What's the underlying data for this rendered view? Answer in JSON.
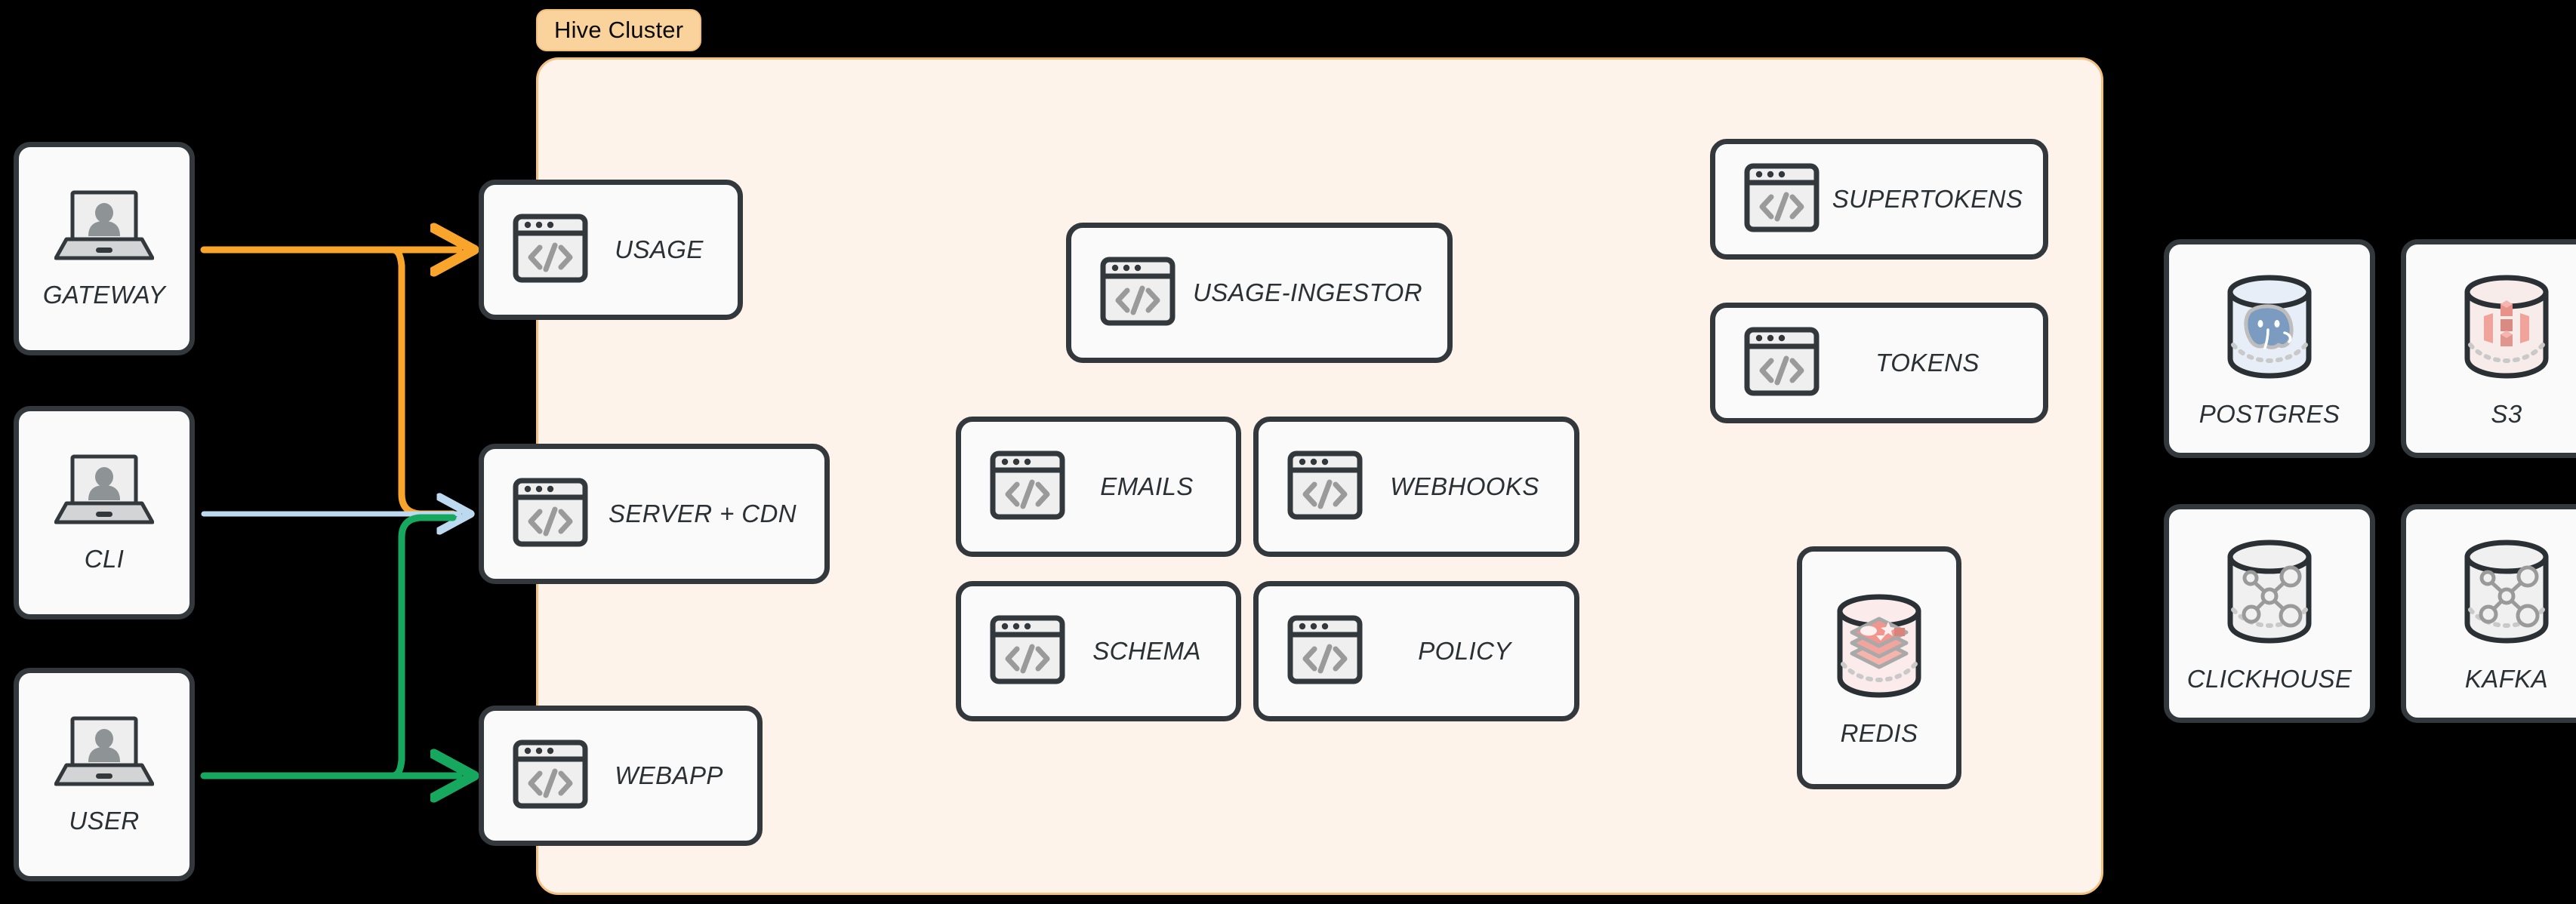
{
  "cluster": {
    "badge_label": "Hive Cluster",
    "background_color": "#fdf3ea",
    "border_color": "#f5c183",
    "badge_color": "#fad39c"
  },
  "canvas": {
    "background_color": "#000000"
  },
  "clients": [
    {
      "label": "GATEWAY",
      "icon": "laptop-user-icon"
    },
    {
      "label": "CLI",
      "icon": "laptop-user-icon"
    },
    {
      "label": "USER",
      "icon": "laptop-user-icon"
    }
  ],
  "edge_services": [
    {
      "label": "USAGE",
      "icon": "code-window-icon"
    },
    {
      "label": "SERVER + CDN",
      "icon": "code-window-icon"
    },
    {
      "label": "WEBAPP",
      "icon": "code-window-icon"
    }
  ],
  "core_services": [
    {
      "label": "USAGE-INGESTOR",
      "icon": "code-window-icon"
    },
    {
      "label": "EMAILS",
      "icon": "code-window-icon"
    },
    {
      "label": "WEBHOOKS",
      "icon": "code-window-icon"
    },
    {
      "label": "SCHEMA",
      "icon": "code-window-icon"
    },
    {
      "label": "POLICY",
      "icon": "code-window-icon"
    }
  ],
  "auth_services": [
    {
      "label": "SUPERTOKENS",
      "icon": "code-window-icon"
    },
    {
      "label": "TOKENS",
      "icon": "code-window-icon"
    }
  ],
  "cache": [
    {
      "label": "REDIS",
      "icon": "redis-cylinder-icon",
      "accent_color": "#f0a1a1"
    }
  ],
  "datastores": [
    {
      "label": "POSTGRES",
      "icon": "postgres-cylinder-icon",
      "accent_color": "#7b9bc0"
    },
    {
      "label": "S3",
      "icon": "s3-cylinder-icon",
      "accent_color": "#ef9e94"
    },
    {
      "label": "CLICKHOUSE",
      "icon": "clickhouse-cylinder-icon",
      "accent_color": "#9a9a9a"
    },
    {
      "label": "KAFKA",
      "icon": "kafka-cylinder-icon",
      "accent_color": "#9a9a9a"
    }
  ],
  "connections": [
    {
      "from": "GATEWAY",
      "to": "USAGE",
      "color": "#f9a52b"
    },
    {
      "from": "GATEWAY",
      "to": "SERVER + CDN",
      "color": "#f9a52b"
    },
    {
      "from": "CLI",
      "to": "SERVER + CDN",
      "color": "#bdd9f0"
    },
    {
      "from": "USER",
      "to": "SERVER + CDN",
      "color": "#17a85f"
    },
    {
      "from": "USER",
      "to": "WEBAPP",
      "color": "#17a85f"
    }
  ]
}
